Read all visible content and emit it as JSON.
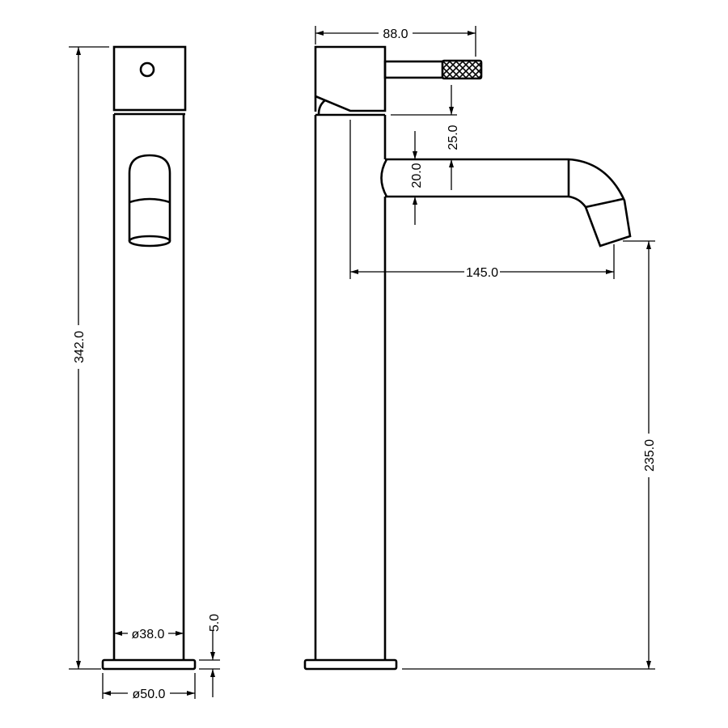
{
  "drawing": {
    "front_view": {
      "overall_height": "342.0",
      "body_diameter": "ø38.0",
      "base_thickness": "5.0",
      "base_diameter": "ø50.0"
    },
    "side_view": {
      "handle_reach": "88.0",
      "handle_clearance": "25.0",
      "spout_diameter": "20.0",
      "spout_reach": "145.0",
      "spout_height": "235.0"
    }
  }
}
